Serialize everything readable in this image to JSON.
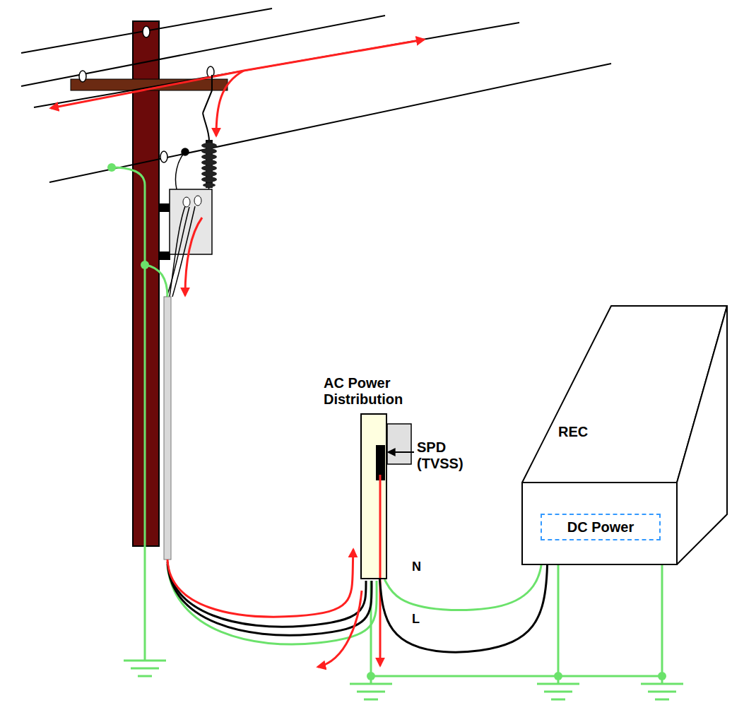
{
  "diagram": {
    "nodes": [
      {
        "text": [
          "AC Power Distribution"
        ]
      },
      {
        "text": [
          "REC"
        ]
      },
      {
        "text": [
          "DC Power"
        ],
        "in": 1
      }
    ],
    "edges": [
      {
        "from": 0,
        "to": 2,
        "arrow": "none",
        "label": "N"
      },
      {
        "from": 0,
        "to": 2,
        "arrow": "none",
        "label": "L"
      }
    ],
    "labels": [
      "SPD (TVSS)"
    ]
  }
}
